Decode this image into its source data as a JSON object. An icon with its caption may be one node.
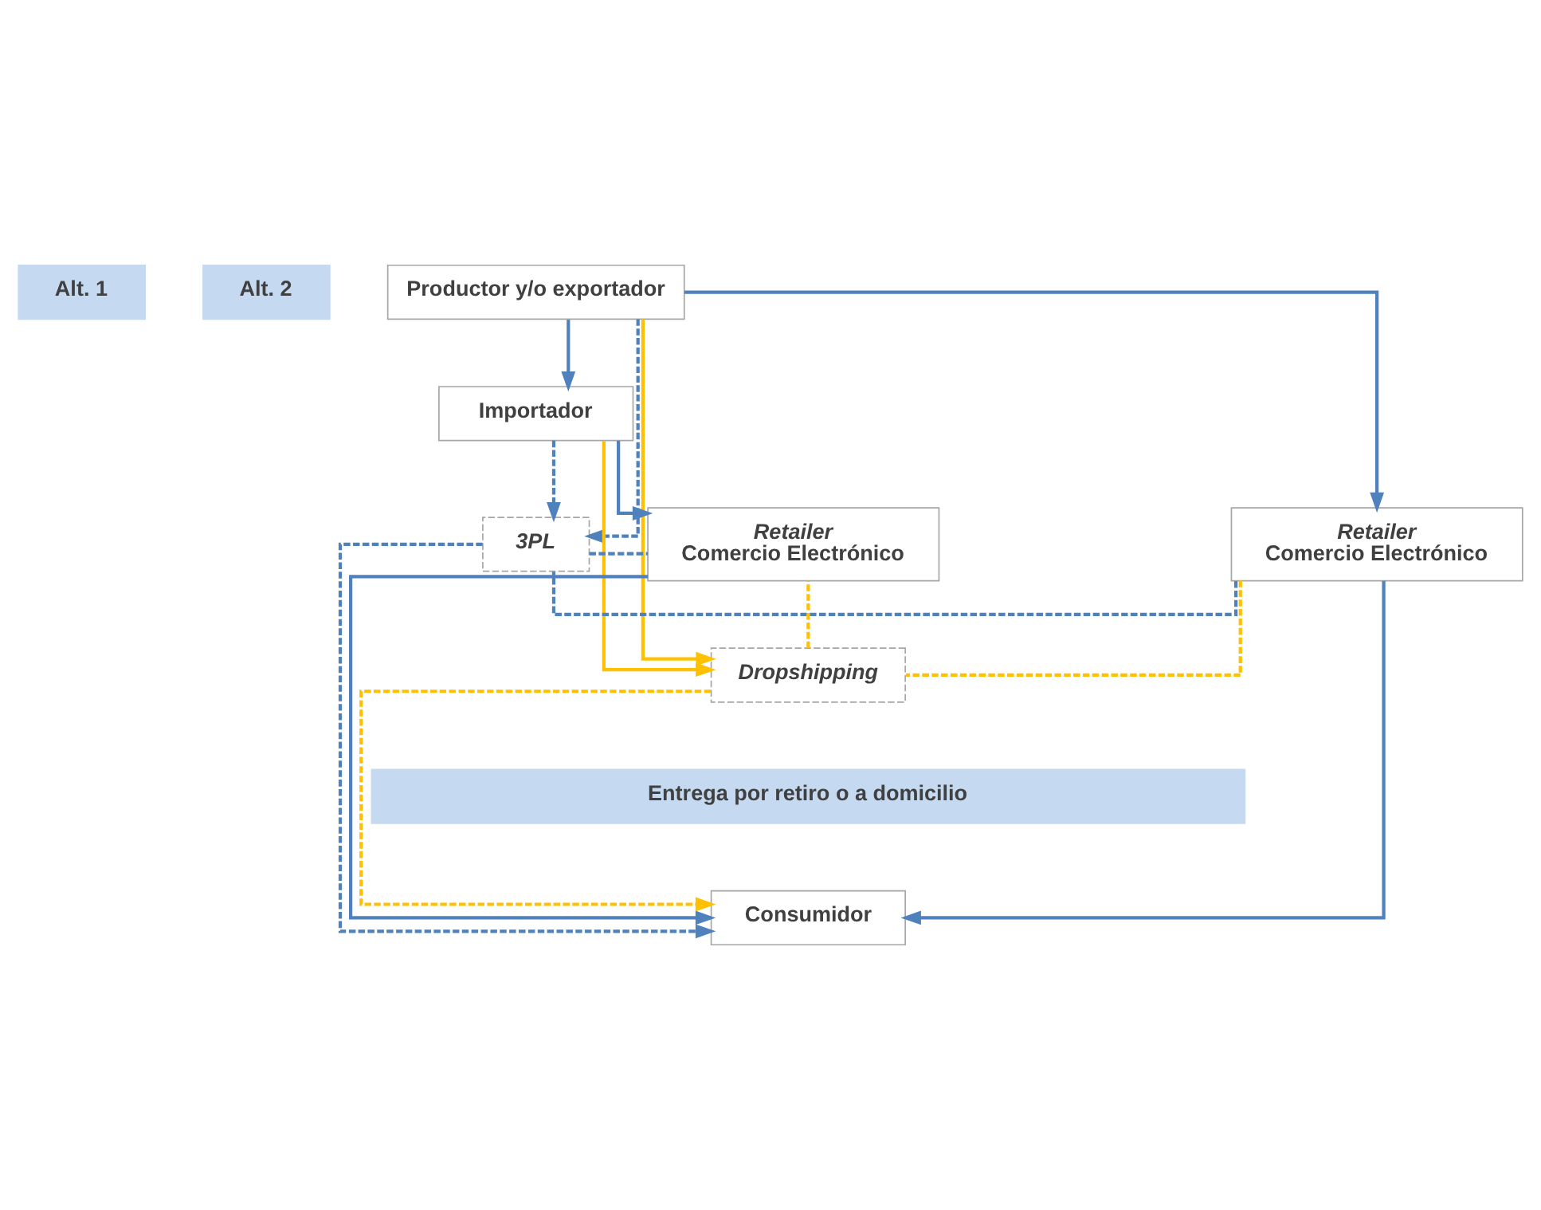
{
  "diagram": {
    "nodes": [
      {
        "text": [
          "Alt. 1"
        ]
      },
      {
        "text": [
          "Alt. 2"
        ]
      },
      {
        "text": [
          "Productor y/o exportador"
        ]
      },
      {
        "text": [
          "Importador"
        ]
      },
      {
        "text": [
          "Retailer",
          "Comercio Electrónico"
        ]
      },
      {
        "text": [
          "3PL"
        ]
      },
      {
        "text": [
          "Retailer",
          "Comercio Electrónico"
        ]
      },
      {
        "text": [
          "Dropshipping"
        ]
      },
      {
        "text": [
          "Entrega por retiro o a domicilio"
        ]
      },
      {
        "text": [
          "Consumidor"
        ]
      }
    ],
    "edges": [
      {
        "from": 2,
        "to": 4,
        "arrow": "to"
      },
      {
        "from": 2,
        "to": 3,
        "arrow": "to"
      },
      {
        "from": 3,
        "to": 6,
        "arrow": "to"
      },
      {
        "from": 2,
        "to": 5,
        "arrow": "to",
        "style": "dashed"
      },
      {
        "from": 3,
        "to": 5,
        "arrow": "to",
        "style": "dashed"
      },
      {
        "from": 2,
        "to": 7,
        "arrow": "to",
        "color": "#ffc000"
      },
      {
        "from": 3,
        "to": 7,
        "arrow": "to",
        "color": "#ffc000"
      },
      {
        "from": 4,
        "to": 5,
        "arrow": "none",
        "style": "dashed"
      },
      {
        "from": 5,
        "to": 6,
        "arrow": "none",
        "style": "dashed"
      },
      {
        "from": 4,
        "to": 7,
        "arrow": "none",
        "style": "dashed",
        "color": "#ffc000"
      },
      {
        "from": 7,
        "to": 6,
        "arrow": "none",
        "style": "dashed",
        "color": "#ffc000"
      },
      {
        "from": 5,
        "to": 9,
        "arrow": "to",
        "style": "dashed"
      },
      {
        "from": 7,
        "to": 9,
        "arrow": "to",
        "style": "dashed",
        "color": "#ffc000"
      },
      {
        "from": 4,
        "to": 9,
        "arrow": "to"
      },
      {
        "from": 6,
        "to": 9,
        "arrow": "to"
      }
    ]
  }
}
